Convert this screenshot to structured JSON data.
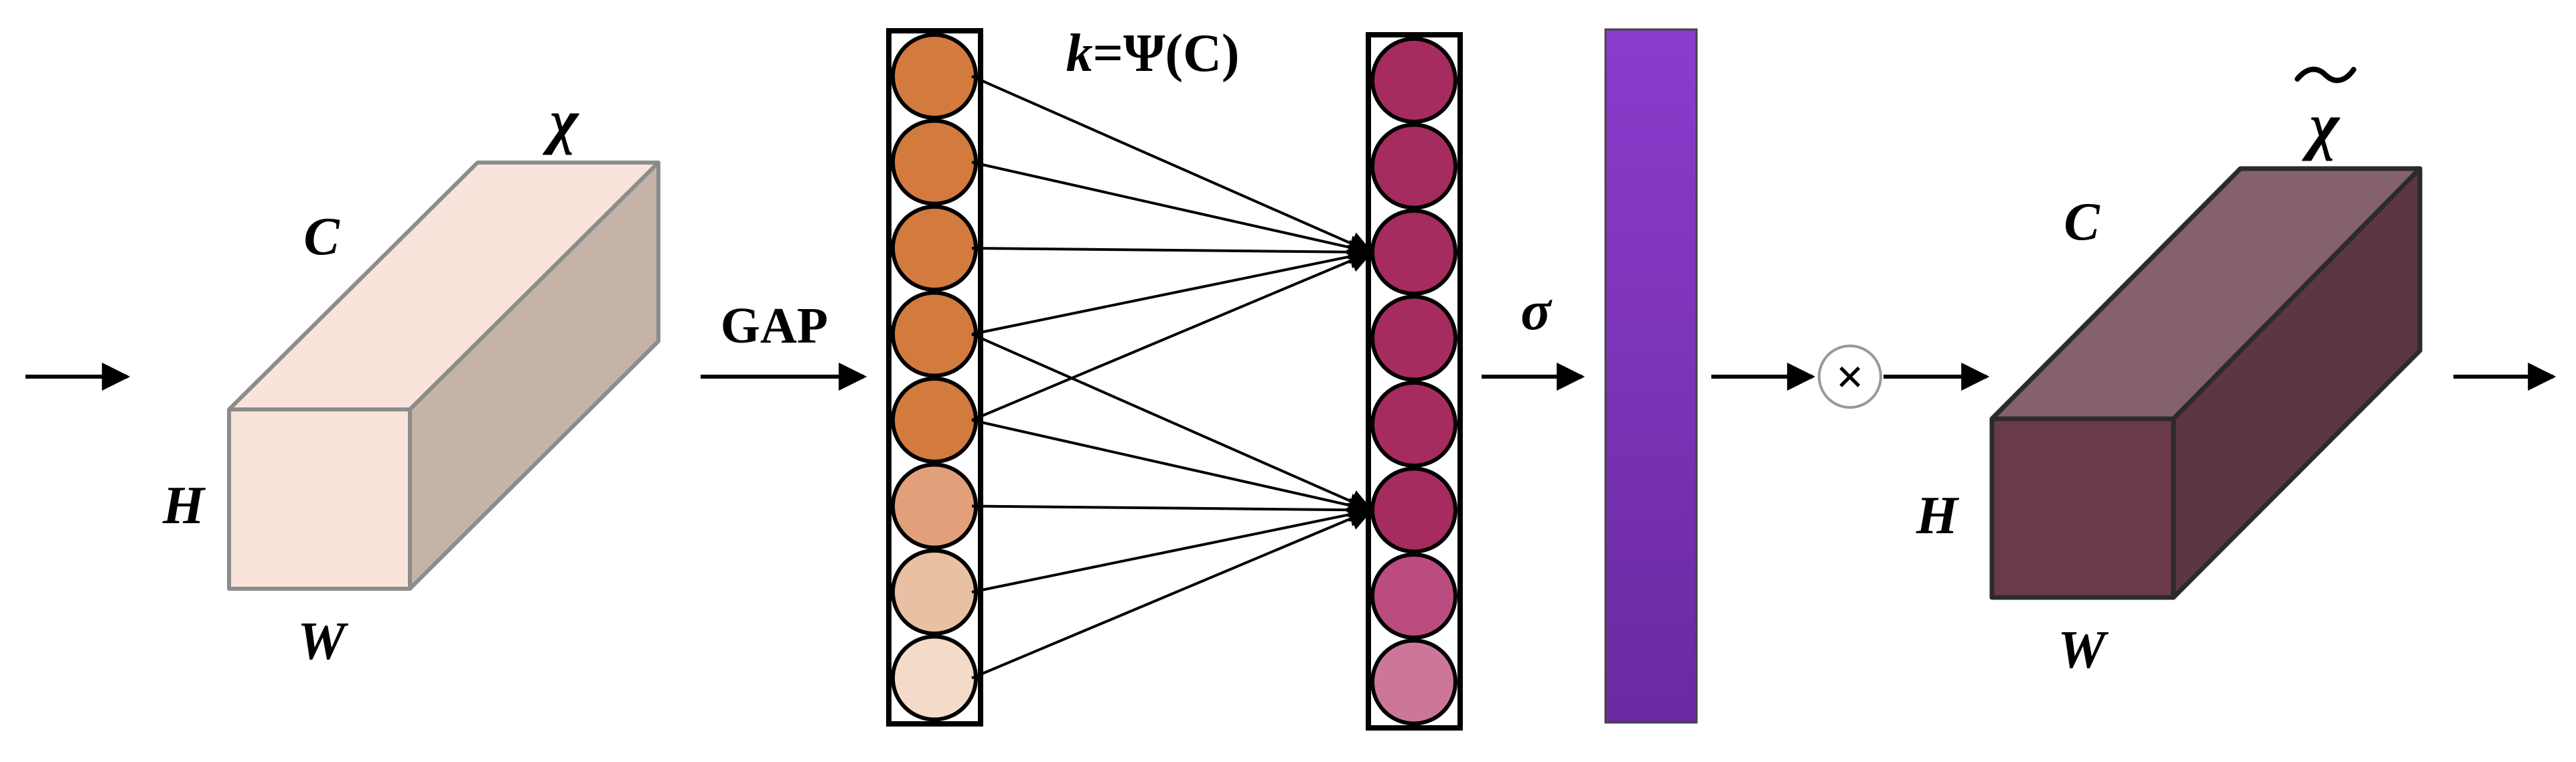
{
  "input_tensor": {
    "symbol": "χ",
    "dim_c": "C",
    "dim_h": "H",
    "dim_w": "W",
    "colors": {
      "front": "#f8e4da",
      "top": "#f8e4da",
      "side": "#c5b3a8",
      "edge": "#8c8c8c"
    }
  },
  "output_tensor": {
    "symbol": "χ",
    "dim_c": "C",
    "dim_h": "H",
    "dim_w": "W",
    "colors": {
      "front": "#6b3a4a",
      "top": "#85606d",
      "side": "#5c3643",
      "edge": "#2b2b2b"
    }
  },
  "gap_label": "GAP",
  "conv_label": {
    "k": "k",
    "rest": "=Ψ(C)"
  },
  "sigmoid_label": "σ",
  "multiply_symbol": "×",
  "pooled_node_colors": [
    "#d37a3f",
    "#d37a3f",
    "#d37a3f",
    "#d37a3f",
    "#d37a3f",
    "#e2a07a",
    "#eac0a2",
    "#f4dac9"
  ],
  "weight_node_colors": [
    "#a62b5e",
    "#a62b5e",
    "#a62b5e",
    "#a62b5e",
    "#a62b5e",
    "#a62b5e",
    "#bb4c80",
    "#cc7799"
  ],
  "connections": [
    {
      "from": 1,
      "to": 3
    },
    {
      "from": 2,
      "to": 3
    },
    {
      "from": 3,
      "to": 3
    },
    {
      "from": 4,
      "to": 3
    },
    {
      "from": 5,
      "to": 3
    },
    {
      "from": 4,
      "to": 6
    },
    {
      "from": 5,
      "to": 6
    },
    {
      "from": 6,
      "to": 6
    },
    {
      "from": 7,
      "to": 6
    },
    {
      "from": 8,
      "to": 6
    }
  ],
  "attention_bar_colors": {
    "top": "#8b3ccc",
    "bottom": "#6a2aa0"
  }
}
